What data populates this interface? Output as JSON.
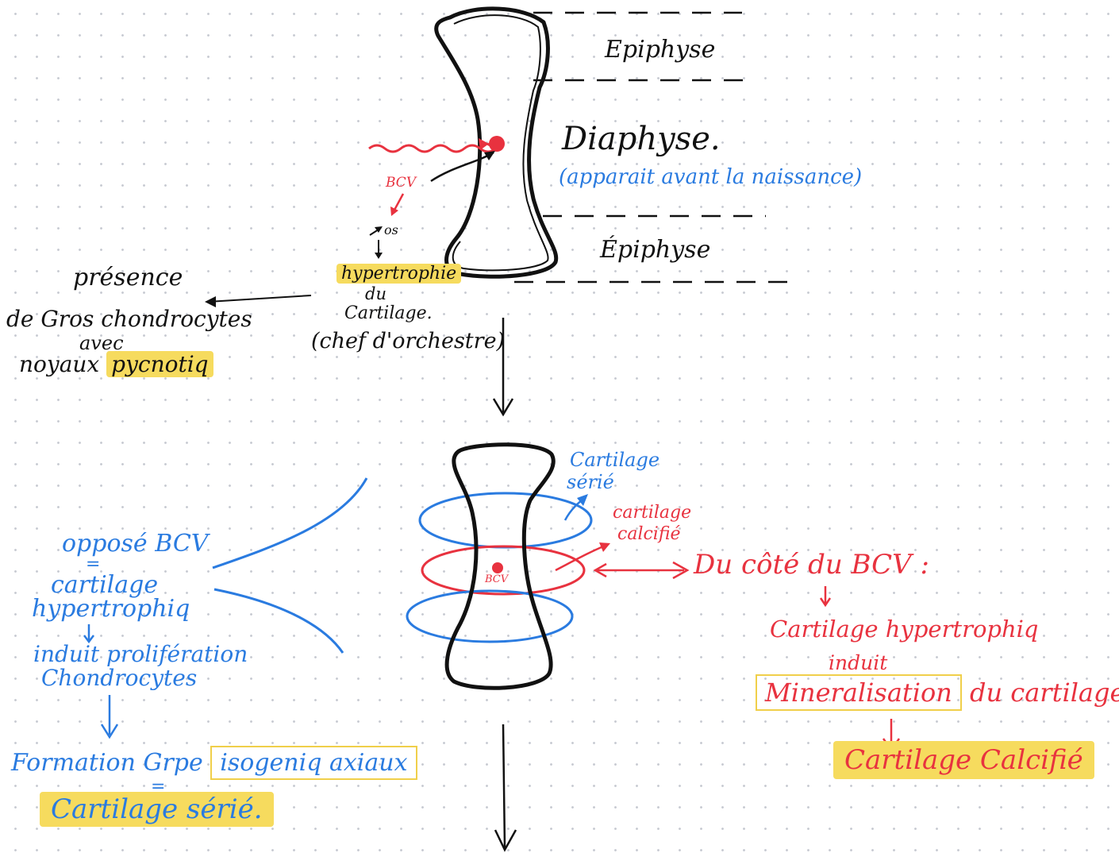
{
  "colors": {
    "ink": "#111111",
    "blue": "#2a7be0",
    "red": "#e8323f",
    "highlight": "#f6db5e"
  },
  "labels": {
    "top_epiphysis": "Epiphyse",
    "diaphysis": "Diaphyse.",
    "diaphysis_note": "(apparait avant la naissance)",
    "bottom_epiphysis": "Épiphyse",
    "bcv_left": "BCV",
    "os": "os",
    "hypertrophy": "hypertrophie",
    "hypertrophy_2": "du",
    "hypertrophy_3": "Cartilage.",
    "conductor": "(chef d'orchestre)",
    "presence_1": "présence",
    "presence_2": "de Gros chondrocytes",
    "presence_3": "avec",
    "presence_4a": "noyaux",
    "presence_4b": "pycnotiq",
    "serial_1": "Cartilage",
    "serial_2": "sérié",
    "calc_1": "cartilage",
    "calc_2": "calcifié",
    "bcv_center": "BCV",
    "bcv_side": "Du côté du BCV :",
    "hyp_cart": "Cartilage hypertrophiq",
    "induit_right": "induit",
    "mineral_box": "Mineralisation",
    "mineral_rest": "du cartilage",
    "calc_result": "Cartilage Calcifié",
    "oppose_1": "opposé BCV",
    "equal_1": "=",
    "oppose_2": "cartilage",
    "oppose_3": "hypertrophiq",
    "induit_left_1": "induit prolifération",
    "induit_left_2": "Chondrocytes",
    "formation_a": "Formation Grpe",
    "formation_box": "isogeniq axiaux",
    "equal_2": "=",
    "serial_result": "Cartilage sérié."
  }
}
